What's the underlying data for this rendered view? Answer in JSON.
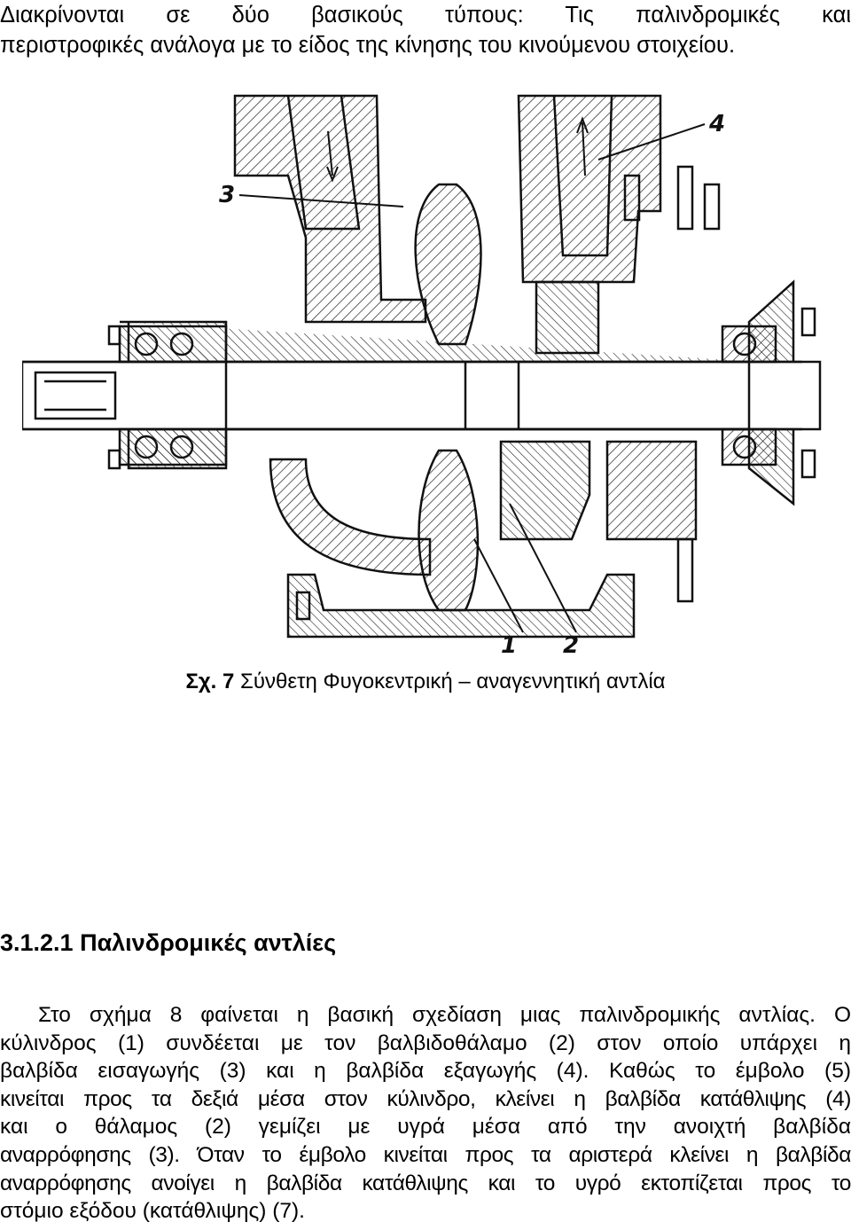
{
  "intro": {
    "lines": [
      "Διακρίνονται σε δύο βασικούς τύπους: Τις παλινδρομικές και",
      "περιστροφικές ανάλογα με το είδος της κίνησης του κινούμενου στοιχείου."
    ]
  },
  "figure": {
    "labels": [
      "1",
      "2",
      "3",
      "4"
    ]
  },
  "caption": {
    "prefix": "Σχ. 7",
    "text": " Σύνθετη Φυγοκεντρική – αναγεννητική αντλία"
  },
  "section": {
    "heading": "3.1.2.1 Παλινδρομικές αντλίες",
    "lines": [
      "Στο σχήμα 8 φαίνεται η βασική σχεδίαση μιας παλινδρομικής αντλίας. Ο",
      "κύλινδρος (1) συνδέεται με τον βαλβιδοθάλαμο (2) στον οποίο υπάρχει η",
      "βαλβίδα εισαγωγής (3) και η βαλβίδα εξαγωγής (4). Καθώς το έμβολο (5)",
      "κινείται προς τα δεξιά μέσα στον κύλινδρο, κλείνει η βαλβίδα κατάθλιψης (4)",
      "και ο θάλαμος (2) γεμίζει με υγρά μέσα από την ανοιχτή βαλβίδα",
      "αναρρόφησης (3). Όταν το έμβολο κινείται προς τα αριστερά κλείνει η βαλβίδα",
      "αναρρόφησης ανοίγει η βαλβίδα κατάθλιψης και το υγρό εκτοπίζεται προς το",
      "στόμιο εξόδου (κατάθλιψης) (7)."
    ]
  }
}
